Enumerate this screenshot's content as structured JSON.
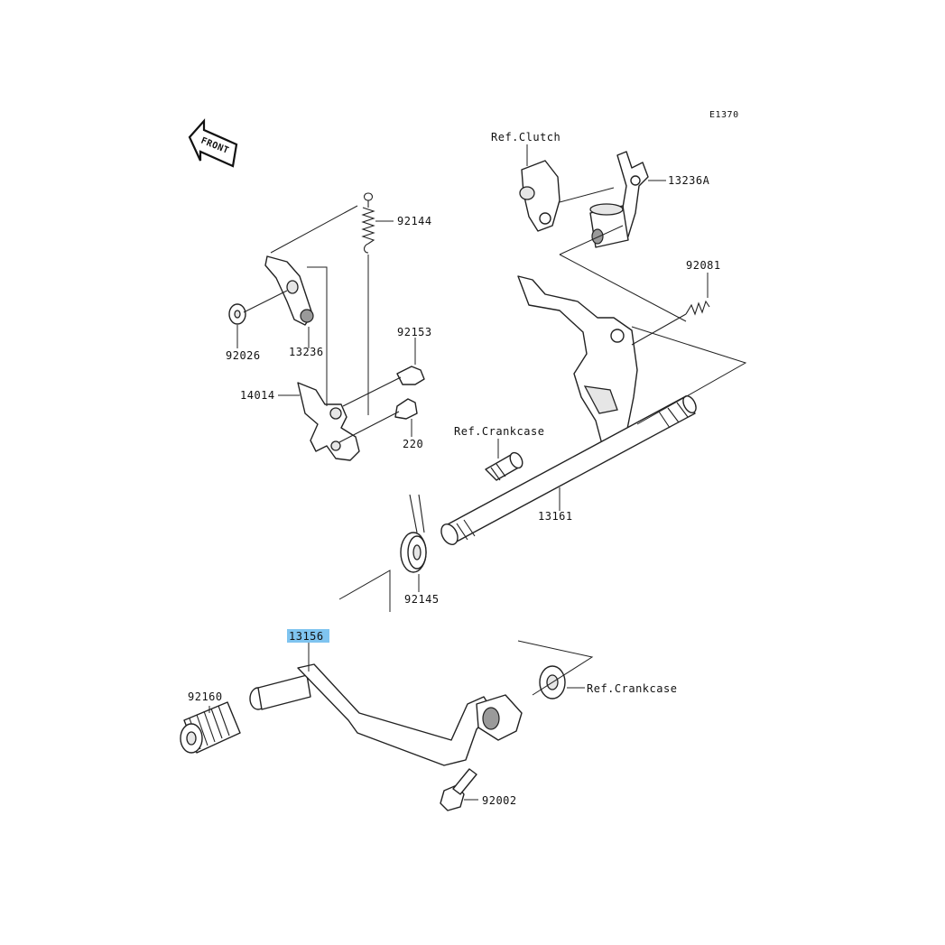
{
  "diagram_code": "E1370",
  "front_arrow_text": "FRONT",
  "highlight_color": "#7fc4f0",
  "labels": {
    "ref_clutch": "Ref.Clutch",
    "p13236A": "13236A",
    "p92144": "92144",
    "p92081": "92081",
    "p92026": "92026",
    "p13236": "13236",
    "p92153": "92153",
    "p14014": "14014",
    "p220": "220",
    "ref_crankcase_top": "Ref.Crankcase",
    "p13161": "13161",
    "p92145": "92145",
    "p13156": "13156",
    "p92160": "92160",
    "ref_crankcase_bottom": "Ref.Crankcase",
    "p92002": "92002"
  }
}
